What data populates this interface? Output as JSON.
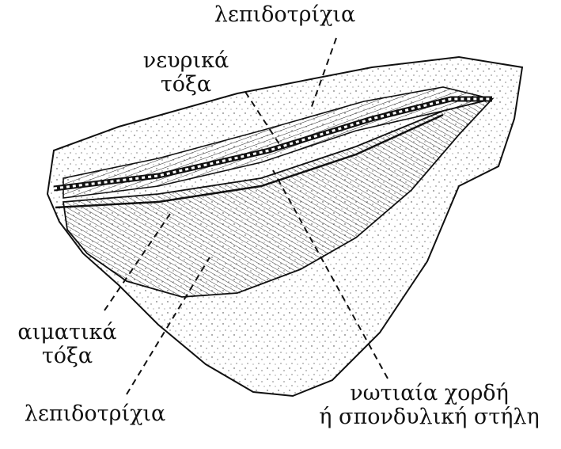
{
  "labels": {
    "top_lepidotrichia": "λεπιδοτρίχια",
    "neural_arches": [
      "νευρικά",
      "τόξα"
    ],
    "haemal_arches": [
      "αιματικά",
      "τόξα"
    ],
    "bottom_lepidotrichia": "λεπιδοτρίχια",
    "notochord": [
      "νωτιαία χορδή",
      "ή σπονδυλική στήλη"
    ]
  },
  "colors": {
    "ink": "#111111",
    "background": "#ffffff"
  }
}
